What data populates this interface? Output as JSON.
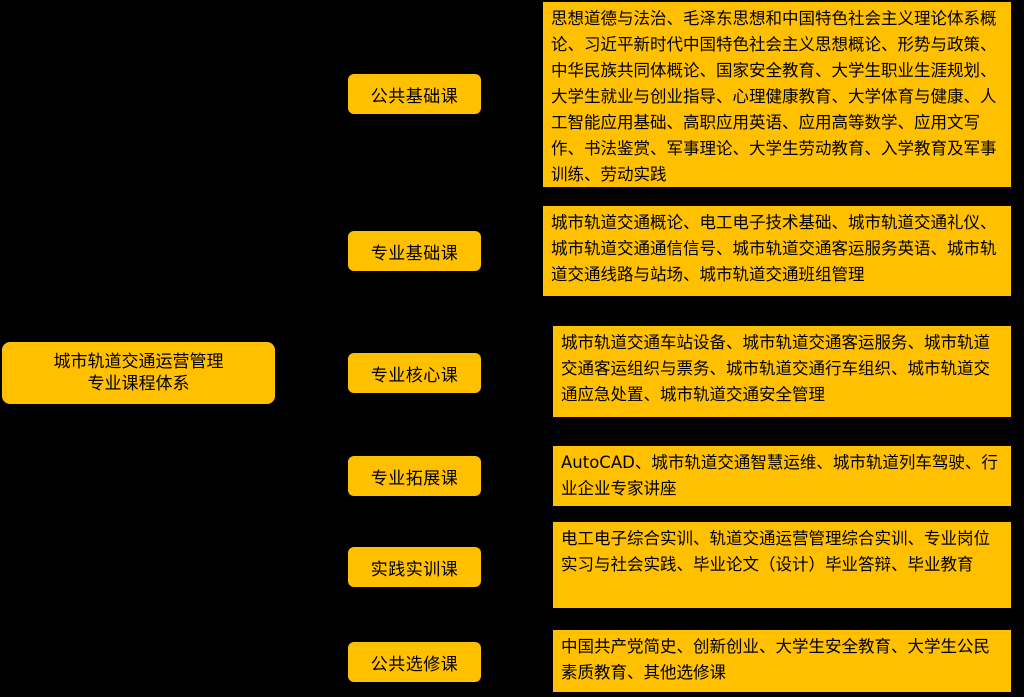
{
  "root": {
    "line1": "城市轨道交通运营管理",
    "line2": "专业课程体系"
  },
  "categories": [
    {
      "label": "公共基础课",
      "courses": "思想道德与法治、毛泽东思想和中国特色社会主义理论体系概论、习近平新时代中国特色社会主义思想概论、形势与政策、中华民族共同体概论、国家安全教育、大学生职业生涯规划、大学生就业与创业指导、心理健康教育、大学体育与健康、人工智能应用基础、高职应用英语、应用高等数学、应用文写作、书法鉴赏、军事理论、大学生劳动教育、入学教育及军事训练、劳动实践"
    },
    {
      "label": "专业基础课",
      "courses": "城市轨道交通概论、电工电子技术基础、城市轨道交通礼仪、城市轨道交通通信信号、城市轨道交通客运服务英语、城市轨道交通线路与站场、城市轨道交通班组管理"
    },
    {
      "label": "专业核心课",
      "courses": "城市轨道交通车站设备、城市轨道交通客运服务、城市轨道交通客运组织与票务、城市轨道交通行车组织、城市轨道交通应急处置、城市轨道交通安全管理"
    },
    {
      "label": "专业拓展课",
      "courses": "AutoCAD、城市轨道交通智慧运维、城市轨道列车驾驶、行业企业专家讲座"
    },
    {
      "label": "实践实训课",
      "courses": "电工电子综合实训、轨道交通运营管理综合实训、专业岗位实习与社会实践、毕业论文（设计）毕业答辩、毕业教育"
    },
    {
      "label": "公共选修课",
      "courses": "中国共产党简史、创新创业、大学生安全教育、大学生公民素质教育、其他选修课"
    }
  ],
  "colors": {
    "background": "#000000",
    "box_fill": "#FFC000",
    "text": "#000000"
  }
}
